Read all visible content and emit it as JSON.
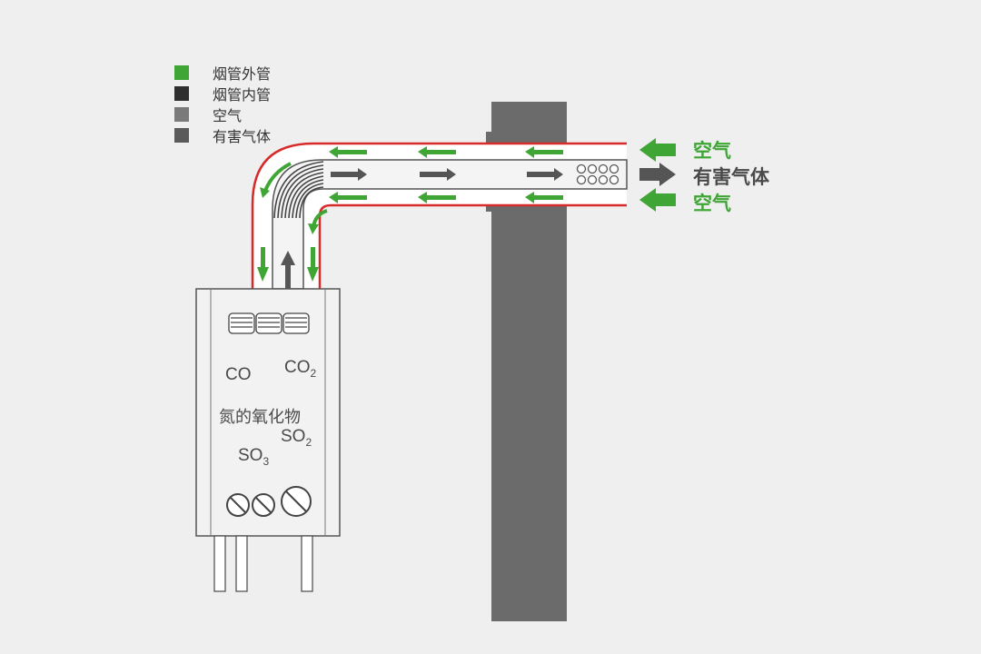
{
  "legend": [
    {
      "label": "烟管外管",
      "color": "#3fa535",
      "icon": "outer-pipe-swatch"
    },
    {
      "label": "烟管内管",
      "color": "#2f2f2f",
      "icon": "inner-pipe-swatch"
    },
    {
      "label": "空气",
      "color": "#7a7a7a",
      "icon": "air-swatch"
    },
    {
      "label": "有害气体",
      "color": "#5a5a5a",
      "icon": "harmful-gas-swatch"
    }
  ],
  "labels": {
    "air_top": "空气",
    "harmful_gas": "有害气体",
    "air_bottom": "空气"
  },
  "heater": {
    "gas1": "CO",
    "gas2_main": "CO",
    "gas2_sub": "2",
    "nox": "氮的氧化物",
    "gas3_main": "SO",
    "gas3_sub": "2",
    "gas4_main": "SO",
    "gas4_sub": "3"
  },
  "colors": {
    "green": "#3fa535",
    "red": "#d92a2a",
    "dark_arrow": "#555555",
    "wall": "#6b6b6b"
  }
}
